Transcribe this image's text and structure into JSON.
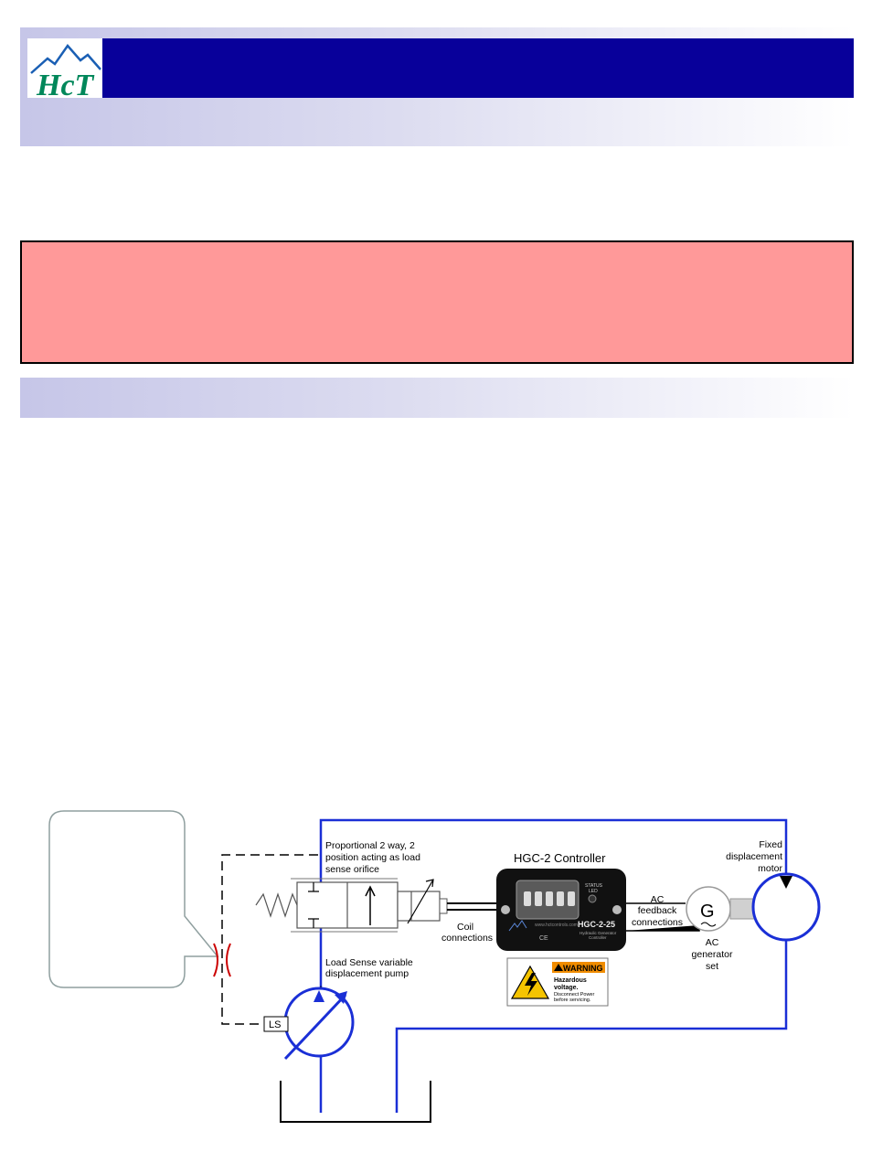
{
  "brand": {
    "logo_text": "HcT",
    "colors": {
      "header_bar": "#08009a",
      "logo_text": "#00875a",
      "logo_mountain": "#1a5fb4",
      "warning_fill": "#ff9999",
      "hydraulic_line": "#1a2fd6",
      "orifice": "#cc0000"
    }
  },
  "diagram": {
    "labels": {
      "valve": [
        "Proportional 2 way, 2",
        "position acting as load",
        "sense orifice"
      ],
      "controller_title": "HGC-2 Controller",
      "coil": [
        "Coil",
        "connections"
      ],
      "ac_feedback": [
        "AC",
        "feedback",
        "connections"
      ],
      "generator_symbol": "G",
      "ac_generator": [
        "AC",
        "generator",
        "set"
      ],
      "motor": [
        "Fixed",
        "displacement",
        "motor"
      ],
      "pump": [
        "Load Sense variable",
        "displacement pump"
      ],
      "ls_port": "LS"
    },
    "controller_face": {
      "model": "HGC-2-25",
      "subtitle": [
        "Hydraulic Generator",
        "Controller"
      ],
      "status_led": [
        "STATUS",
        "LED"
      ],
      "website": "www.hctcontrols.com",
      "marks": "CE"
    },
    "warning_label": {
      "heading": "WARNING",
      "line1": "Hazardous",
      "line2": "voltage.",
      "line3": "Disconnect Power",
      "line4": "before servicing."
    }
  }
}
